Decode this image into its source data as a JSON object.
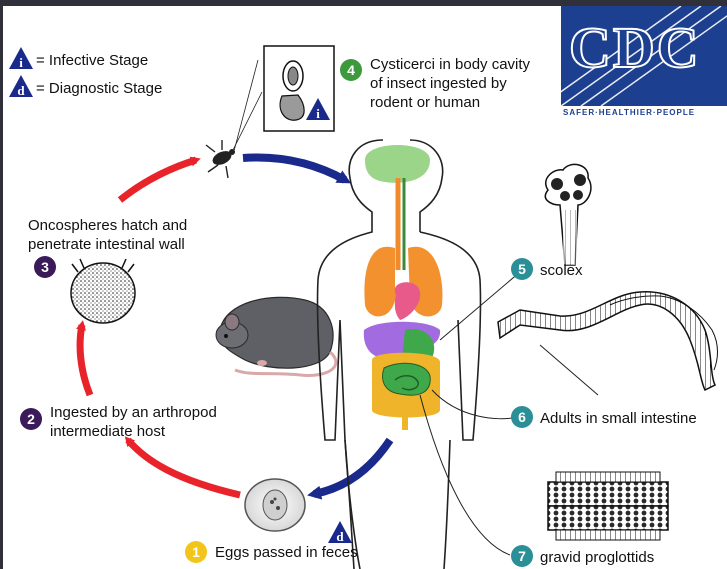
{
  "legend": {
    "infective_symbol": "i",
    "infective_label": "= Infective Stage",
    "diagnostic_symbol": "d",
    "diagnostic_label": "= Diagnostic Stage"
  },
  "logo": {
    "letters": "CDC",
    "tagline": "SAFER·HEALTHIER·PEOPLE"
  },
  "stages": [
    {
      "number": "1",
      "text": "Eggs passed in feces",
      "color": "#f2c51b"
    },
    {
      "number": "2",
      "text": "Ingested by an arthropod\nintermediate host",
      "color": "#3b1a5a"
    },
    {
      "number": "3",
      "text": "Oncospheres hatch and\npenetrate intestinal wall",
      "color": "#3b1a5a"
    },
    {
      "number": "4",
      "text": "Cysticerci in body cavity\nof insect ingested by\nrodent or human",
      "color": "#3c9a3c"
    },
    {
      "number": "5",
      "text": "scolex",
      "color": "#2a8f96"
    },
    {
      "number": "6",
      "text": "Adults in small intestine",
      "color": "#2a8f96"
    },
    {
      "number": "7",
      "text": "gravid proglottids",
      "color": "#2a8f96"
    }
  ],
  "markers": {
    "cysticerci_marker": "i",
    "egg_marker": "d"
  },
  "colors": {
    "ingestion_arrow": "#e8232a",
    "transmission_arrow": "#1a2a8c",
    "stage_symbol": "#1a2a8c",
    "logo_blue": "#1d3f8f"
  }
}
